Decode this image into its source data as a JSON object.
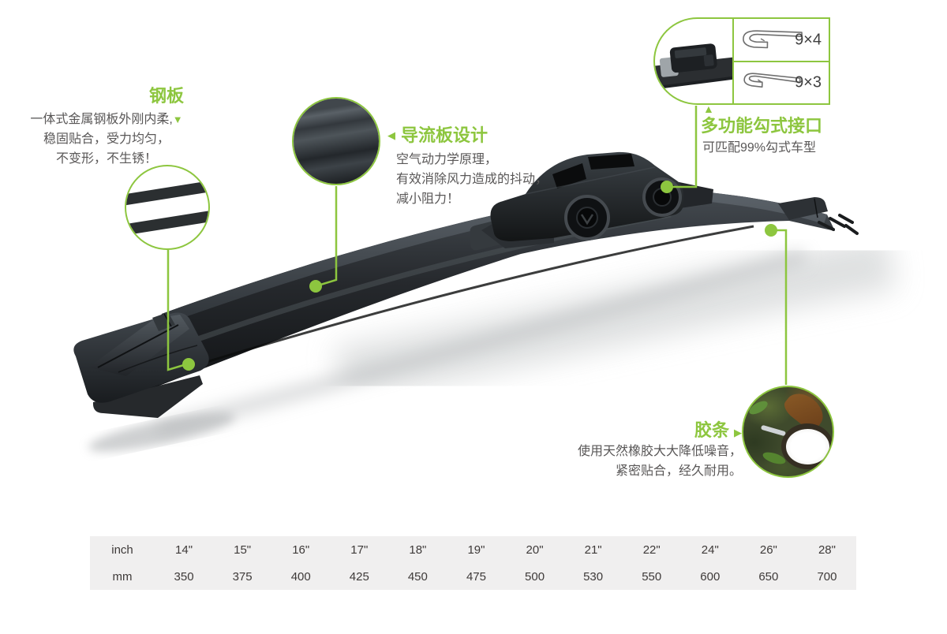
{
  "colors": {
    "accent_green": "#8dc63f",
    "body_text": "#595757",
    "table_bg": "#f0efef",
    "table_text": "#3e3a39"
  },
  "callouts": {
    "steel": {
      "title": "钢板",
      "line1": "一体式金属钢板外刚内柔,",
      "marker_down": "▼",
      "line2": "稳固贴合，受力均匀，",
      "line3": "不变形，不生锈！"
    },
    "spoiler": {
      "marker_left": "◀",
      "title": "导流板设计",
      "line1": "空气动力学原理，",
      "line2": "有效消除风力造成的抖动，",
      "line3": "减小阻力！"
    },
    "hook": {
      "marker_up": "▲",
      "title": "多功能勾式接口",
      "subtitle": "可匹配99%勾式车型",
      "adapter_labels": [
        "9×4",
        "9×3"
      ]
    },
    "rubber": {
      "title": "胶条",
      "marker_right": "▶",
      "line1": "使用天然橡胶大大降低噪音，",
      "line2": "紧密贴合，经久耐用。"
    }
  },
  "size_table": {
    "row1_label": "inch",
    "row2_label": "mm",
    "inches": [
      "14\"",
      "15\"",
      "16\"",
      "17\"",
      "18\"",
      "19\"",
      "20\"",
      "21\"",
      "22\"",
      "24\"",
      "26\"",
      "28\""
    ],
    "mm": [
      "350",
      "375",
      "400",
      "425",
      "450",
      "475",
      "500",
      "530",
      "550",
      "600",
      "650",
      "700"
    ]
  }
}
